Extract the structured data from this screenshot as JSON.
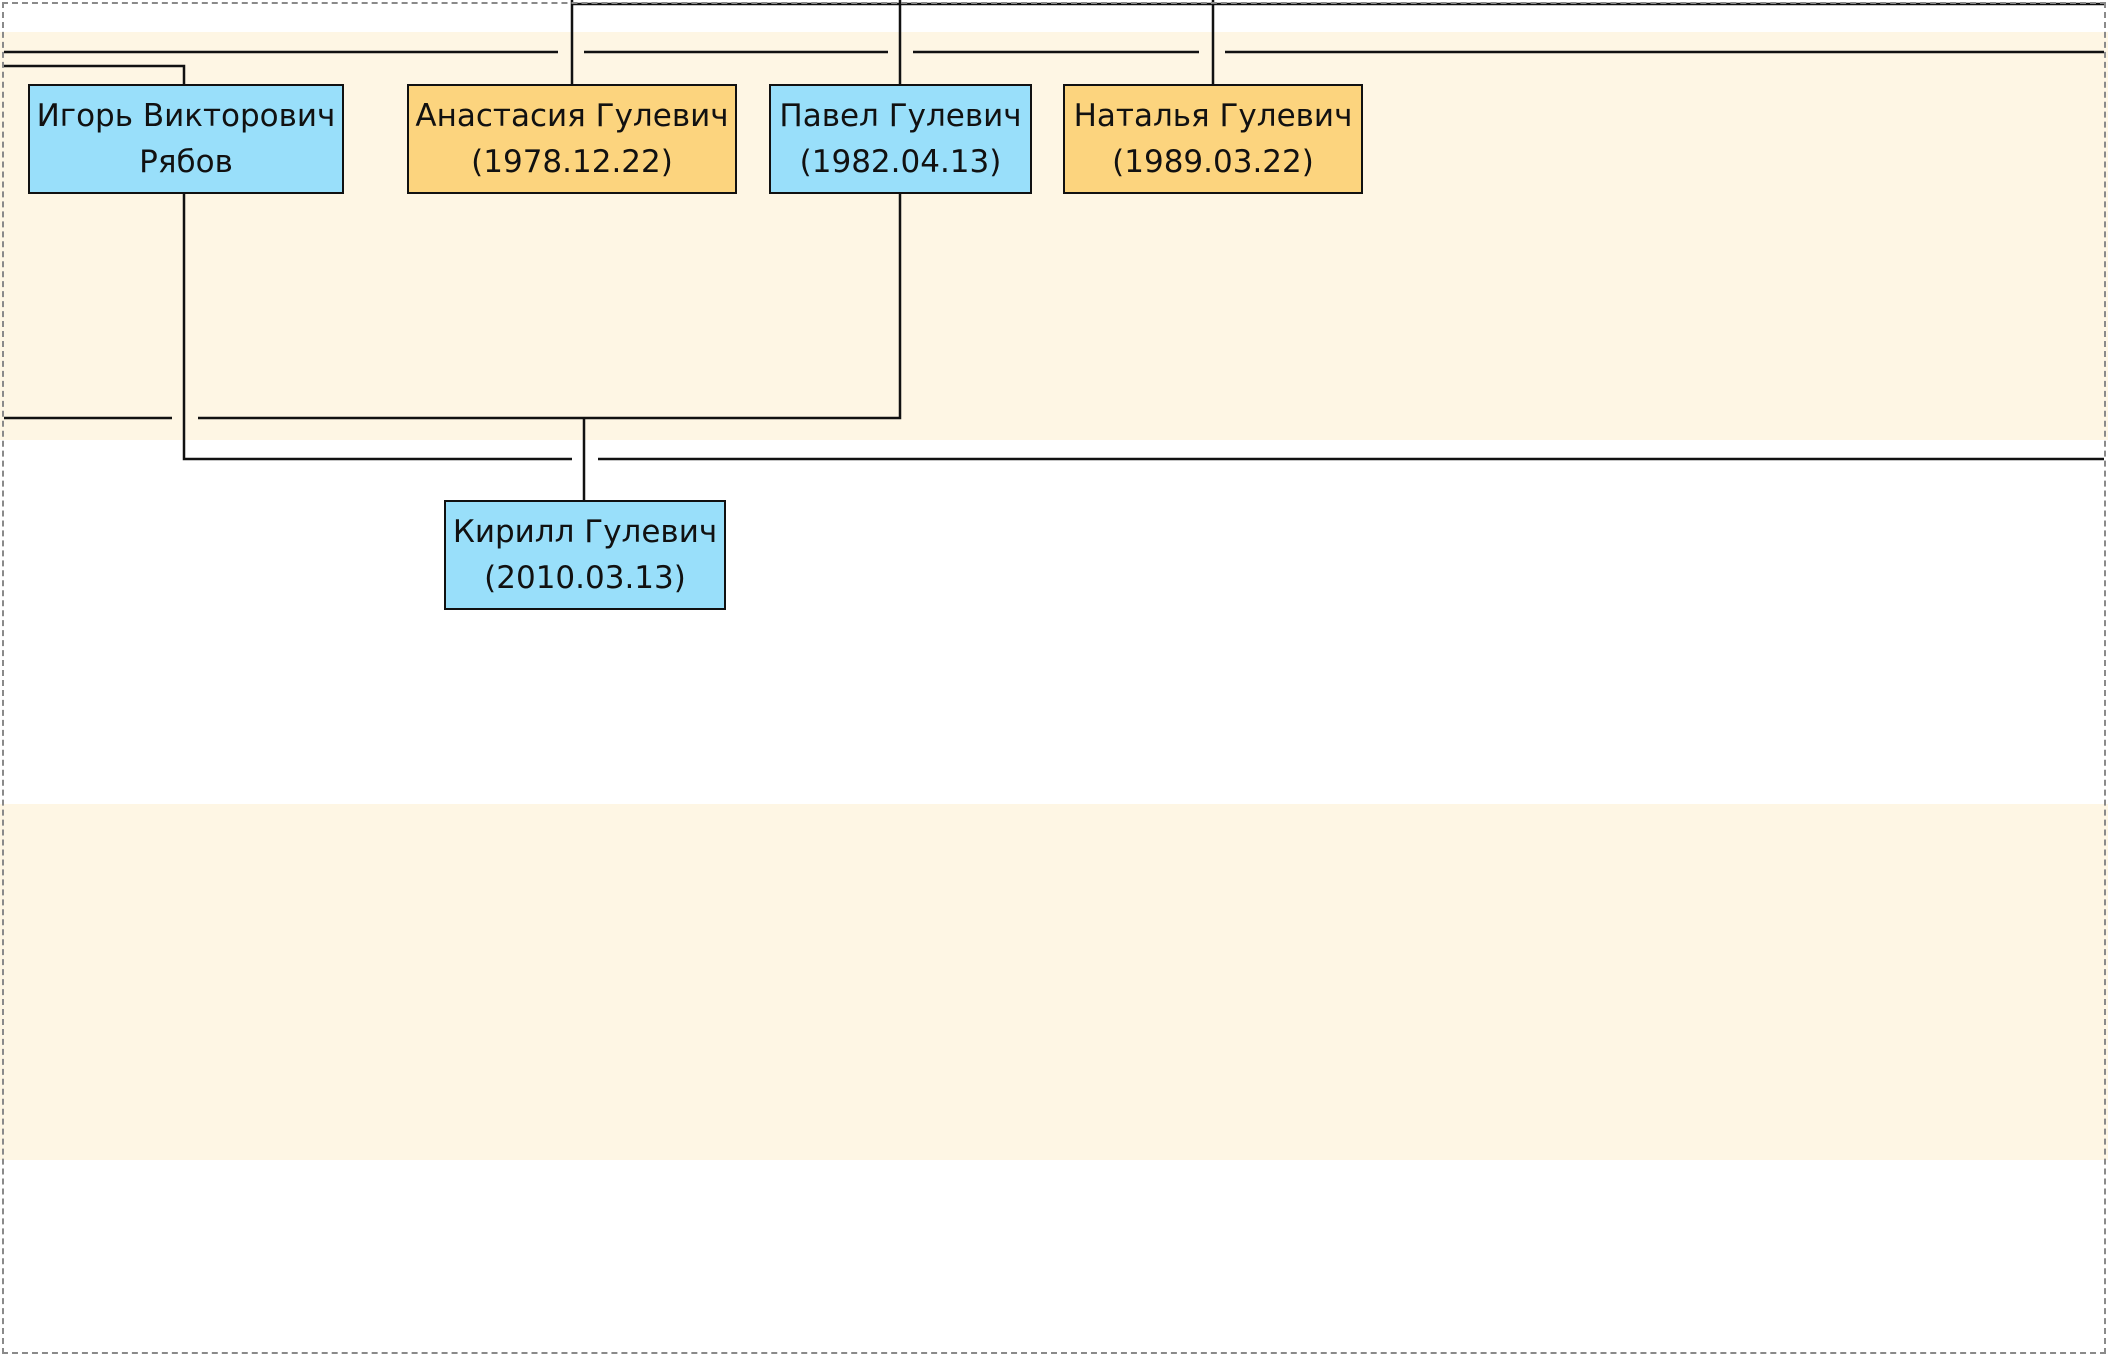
{
  "colors": {
    "male_fill": "#99dffa",
    "female_fill": "#fcd47e",
    "band_fill": "#fef6e4",
    "connector": "#111111"
  },
  "people": [
    {
      "id": "igor-ryabov",
      "gender": "male",
      "lines": [
        "Игорь Викторович",
        "Рябов"
      ]
    },
    {
      "id": "anastasia-gulevich",
      "gender": "female",
      "lines": [
        "Анастасия Гулевич",
        "(1978.12.22)"
      ]
    },
    {
      "id": "pavel-gulevich",
      "gender": "male",
      "lines": [
        "Павел Гулевич",
        "(1982.04.13)"
      ]
    },
    {
      "id": "natalia-gulevich",
      "gender": "female",
      "lines": [
        "Наталья Гулевич",
        "(1989.03.22)"
      ]
    },
    {
      "id": "kirill-gulevich",
      "gender": "male",
      "lines": [
        "Кирилл Гулевич",
        "(2010.03.13)"
      ]
    }
  ]
}
